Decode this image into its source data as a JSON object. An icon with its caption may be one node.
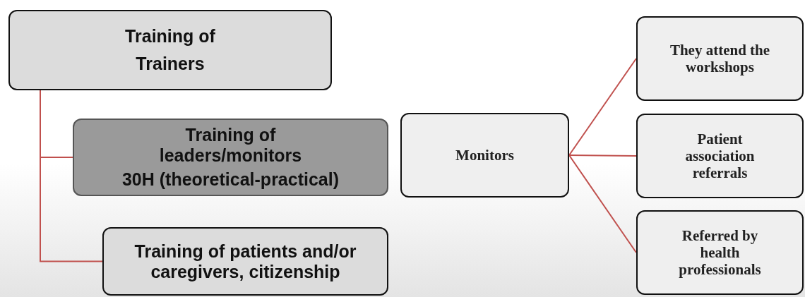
{
  "diagram": {
    "nodes": [
      {
        "text": [
          "Training of Trainers"
        ]
      },
      {
        "text": [
          "Training of leaders/monitors",
          "30H (theoretical-practical)"
        ]
      },
      {
        "text": [
          "Training of patients and/or caregivers, citizenship"
        ]
      },
      {
        "text": [
          "Monitors"
        ]
      },
      {
        "text": [
          "They attend the workshops"
        ]
      },
      {
        "text": [
          "Patient association referrals"
        ]
      },
      {
        "text": [
          "Referred by health professionals"
        ]
      }
    ],
    "edges": [
      {
        "from": 0,
        "to": 1,
        "arrow": "none"
      },
      {
        "from": 0,
        "to": 2,
        "arrow": "none"
      },
      {
        "from": 3,
        "to": 4,
        "arrow": "none"
      },
      {
        "from": 3,
        "to": 5,
        "arrow": "none"
      },
      {
        "from": 3,
        "to": 6,
        "arrow": "none"
      }
    ]
  }
}
